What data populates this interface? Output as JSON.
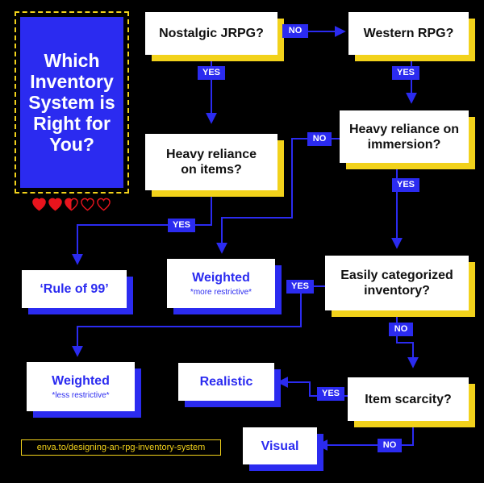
{
  "title": "Which Inventory System is Right for You?",
  "hearts": {
    "filled": 2,
    "half": 1,
    "empty": 2,
    "color": "#e8141d"
  },
  "colors": {
    "accent_blue": "#2b2bf0",
    "accent_yellow": "#f2d21b",
    "background": "#000000"
  },
  "questions": {
    "q1": "Nostalgic JRPG?",
    "q2": "Western RPG?",
    "q3": "Heavy reliance on items?",
    "q4": "Heavy reliance on immersion?",
    "q5": "Easily categorized inventory?",
    "q6": "Item scarcity?"
  },
  "results": {
    "rule99": {
      "main": "‘Rule of 99’"
    },
    "weighted_more": {
      "main": "Weighted",
      "sub": "*more restrictive*"
    },
    "weighted_less": {
      "main": "Weighted",
      "sub": "*less restrictive*"
    },
    "realistic": {
      "main": "Realistic"
    },
    "visual": {
      "main": "Visual"
    }
  },
  "edge_labels": {
    "q1_no": "NO",
    "q1_yes": "YES",
    "q2_yes": "YES",
    "q4_no": "NO",
    "q3_yes": "YES",
    "q4_yes": "YES",
    "q5_yes": "YES",
    "q5_no": "NO",
    "q6_yes": "YES",
    "q6_no": "NO"
  },
  "link": "enva.to/designing-an-rpg-inventory-system"
}
